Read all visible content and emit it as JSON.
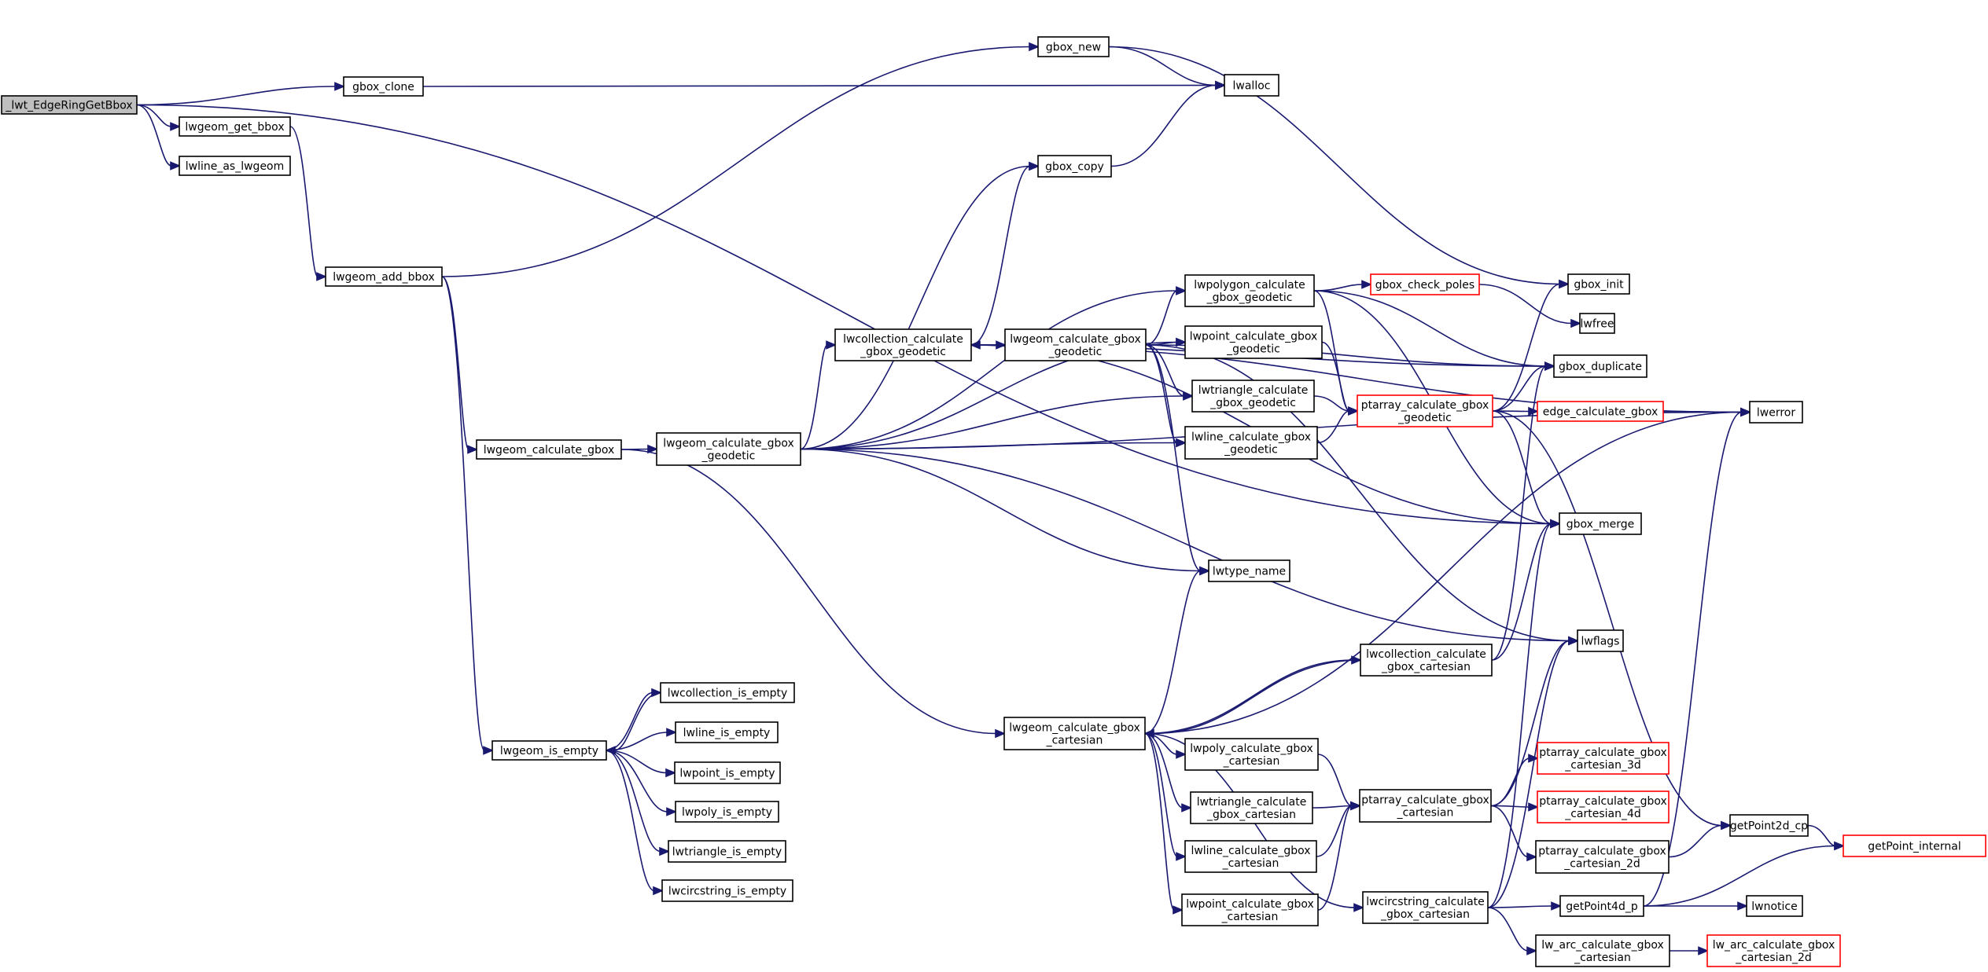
{
  "graph": {
    "edge_color": "#191970",
    "truncated_color": "#ff0000",
    "root_fill": "#bfbfbf",
    "nodes": [
      {
        "id": "n0",
        "lines": [
          "_lwt_EdgeRingGetBbox"
        ],
        "style": "root"
      },
      {
        "id": "n1",
        "lines": [
          "gbox_clone"
        ]
      },
      {
        "id": "n2",
        "lines": [
          "lwgeom_get_bbox"
        ]
      },
      {
        "id": "n3",
        "lines": [
          "lwline_as_lwgeom"
        ]
      },
      {
        "id": "n4",
        "lines": [
          "lwalloc"
        ]
      },
      {
        "id": "n5",
        "lines": [
          "lwgeom_add_bbox"
        ]
      },
      {
        "id": "n6",
        "lines": [
          "gbox_new"
        ]
      },
      {
        "id": "n7",
        "lines": [
          "lwgeom_calculate_gbox"
        ]
      },
      {
        "id": "n8",
        "lines": [
          "lwgeom_is_empty"
        ]
      },
      {
        "id": "n9",
        "lines": [
          "lwgeom_calculate_gbox",
          "_geodetic"
        ]
      },
      {
        "id": "n10",
        "lines": [
          "lwgeom_calculate_gbox",
          "_cartesian"
        ]
      },
      {
        "id": "n11",
        "lines": [
          "lwcollection_calculate",
          "_gbox_geodetic"
        ]
      },
      {
        "id": "n12",
        "lines": [
          "lwgeom_calculate_gbox",
          "_geodetic"
        ]
      },
      {
        "id": "n13",
        "lines": [
          "lwpolygon_calculate",
          "_gbox_geodetic"
        ]
      },
      {
        "id": "n14",
        "lines": [
          "lwpoint_calculate_gbox",
          "_geodetic"
        ]
      },
      {
        "id": "n15",
        "lines": [
          "lwtriangle_calculate",
          "_gbox_geodetic"
        ]
      },
      {
        "id": "n16",
        "lines": [
          "lwline_calculate_gbox",
          "_geodetic"
        ]
      },
      {
        "id": "n17",
        "lines": [
          "gbox_copy"
        ]
      },
      {
        "id": "n18",
        "lines": [
          "lwtype_name"
        ]
      },
      {
        "id": "n19",
        "lines": [
          "gbox_check_poles"
        ],
        "style": "trunc"
      },
      {
        "id": "n20",
        "lines": [
          "ptarray_calculate_gbox",
          "_geodetic"
        ],
        "style": "trunc"
      },
      {
        "id": "n21",
        "lines": [
          "gbox_init"
        ]
      },
      {
        "id": "n22",
        "lines": [
          "lwfree"
        ]
      },
      {
        "id": "n23",
        "lines": [
          "gbox_duplicate"
        ]
      },
      {
        "id": "n24",
        "lines": [
          "edge_calculate_gbox"
        ],
        "style": "trunc"
      },
      {
        "id": "n25",
        "lines": [
          "lwerror"
        ]
      },
      {
        "id": "n26",
        "lines": [
          "gbox_merge"
        ]
      },
      {
        "id": "n27",
        "lines": [
          "lwflags"
        ]
      },
      {
        "id": "n28",
        "lines": [
          "lwcollection_calculate",
          "_gbox_cartesian"
        ]
      },
      {
        "id": "n29",
        "lines": [
          "lwpoly_calculate_gbox",
          "_cartesian"
        ]
      },
      {
        "id": "n30",
        "lines": [
          "lwtriangle_calculate",
          "_gbox_cartesian"
        ]
      },
      {
        "id": "n31",
        "lines": [
          "lwline_calculate_gbox",
          "_cartesian"
        ]
      },
      {
        "id": "n32",
        "lines": [
          "lwpoint_calculate_gbox",
          "_cartesian"
        ]
      },
      {
        "id": "n33",
        "lines": [
          "ptarray_calculate_gbox",
          "_cartesian"
        ]
      },
      {
        "id": "n34",
        "lines": [
          "lwcircstring_calculate",
          "_gbox_cartesian"
        ]
      },
      {
        "id": "n35",
        "lines": [
          "ptarray_calculate_gbox",
          "_cartesian_3d"
        ],
        "style": "trunc"
      },
      {
        "id": "n36",
        "lines": [
          "ptarray_calculate_gbox",
          "_cartesian_4d"
        ],
        "style": "trunc"
      },
      {
        "id": "n37",
        "lines": [
          "ptarray_calculate_gbox",
          "_cartesian_2d"
        ]
      },
      {
        "id": "n38",
        "lines": [
          "getPoint2d_cp"
        ]
      },
      {
        "id": "n39",
        "lines": [
          "getPoint_internal"
        ],
        "style": "trunc"
      },
      {
        "id": "n40",
        "lines": [
          "getPoint4d_p"
        ]
      },
      {
        "id": "n41",
        "lines": [
          "lwnotice"
        ]
      },
      {
        "id": "n42",
        "lines": [
          "lw_arc_calculate_gbox",
          "_cartesian"
        ]
      },
      {
        "id": "n43",
        "lines": [
          "lw_arc_calculate_gbox",
          "_cartesian_2d"
        ],
        "style": "trunc"
      },
      {
        "id": "n44",
        "lines": [
          "lwcollection_is_empty"
        ]
      },
      {
        "id": "n45",
        "lines": [
          "lwline_is_empty"
        ]
      },
      {
        "id": "n46",
        "lines": [
          "lwpoint_is_empty"
        ]
      },
      {
        "id": "n47",
        "lines": [
          "lwpoly_is_empty"
        ]
      },
      {
        "id": "n48",
        "lines": [
          "lwtriangle_is_empty"
        ]
      },
      {
        "id": "n49",
        "lines": [
          "lwcircstring_is_empty"
        ]
      }
    ],
    "edges": [
      [
        "n0",
        "n1"
      ],
      [
        "n0",
        "n2"
      ],
      [
        "n0",
        "n3"
      ],
      [
        "n0",
        "n26"
      ],
      [
        "n1",
        "n4"
      ],
      [
        "n2",
        "n5"
      ],
      [
        "n5",
        "n6"
      ],
      [
        "n5",
        "n7"
      ],
      [
        "n5",
        "n8"
      ],
      [
        "n6",
        "n4"
      ],
      [
        "n6",
        "n21"
      ],
      [
        "n7",
        "n9"
      ],
      [
        "n7",
        "n10"
      ],
      [
        "n9",
        "n17"
      ],
      [
        "n9",
        "n11"
      ],
      [
        "n9",
        "n13"
      ],
      [
        "n9",
        "n14"
      ],
      [
        "n9",
        "n15"
      ],
      [
        "n9",
        "n16"
      ],
      [
        "n9",
        "n18"
      ],
      [
        "n9",
        "n27"
      ],
      [
        "n9",
        "n25"
      ],
      [
        "n11",
        "n12"
      ],
      [
        "n11",
        "n17"
      ],
      [
        "n11",
        "n23"
      ],
      [
        "n11",
        "n26"
      ],
      [
        "n11",
        "n25"
      ],
      [
        "n12",
        "n11"
      ],
      [
        "n12",
        "n13"
      ],
      [
        "n12",
        "n14"
      ],
      [
        "n12",
        "n15"
      ],
      [
        "n12",
        "n16"
      ],
      [
        "n12",
        "n18"
      ],
      [
        "n12",
        "n27"
      ],
      [
        "n12",
        "n23"
      ],
      [
        "n17",
        "n4"
      ],
      [
        "n13",
        "n19"
      ],
      [
        "n13",
        "n20"
      ],
      [
        "n13",
        "n23"
      ],
      [
        "n13",
        "n26"
      ],
      [
        "n14",
        "n20"
      ],
      [
        "n15",
        "n20"
      ],
      [
        "n16",
        "n20"
      ],
      [
        "n19",
        "n22"
      ],
      [
        "n20",
        "n21"
      ],
      [
        "n20",
        "n23"
      ],
      [
        "n20",
        "n24"
      ],
      [
        "n20",
        "n26"
      ],
      [
        "n20",
        "n38"
      ],
      [
        "n24",
        "n25"
      ],
      [
        "n10",
        "n18"
      ],
      [
        "n10",
        "n28"
      ],
      [
        "n10",
        "n29"
      ],
      [
        "n10",
        "n30"
      ],
      [
        "n10",
        "n31"
      ],
      [
        "n10",
        "n32"
      ],
      [
        "n10",
        "n34"
      ],
      [
        "n10",
        "n25"
      ],
      [
        "n28",
        "n10"
      ],
      [
        "n28",
        "n23"
      ],
      [
        "n28",
        "n26"
      ],
      [
        "n29",
        "n33"
      ],
      [
        "n30",
        "n33"
      ],
      [
        "n31",
        "n33"
      ],
      [
        "n32",
        "n33"
      ],
      [
        "n33",
        "n27"
      ],
      [
        "n33",
        "n35"
      ],
      [
        "n33",
        "n36"
      ],
      [
        "n33",
        "n37"
      ],
      [
        "n34",
        "n26"
      ],
      [
        "n34",
        "n27"
      ],
      [
        "n34",
        "n40"
      ],
      [
        "n34",
        "n42"
      ],
      [
        "n37",
        "n38"
      ],
      [
        "n38",
        "n39"
      ],
      [
        "n40",
        "n41"
      ],
      [
        "n40",
        "n39"
      ],
      [
        "n40",
        "n25"
      ],
      [
        "n42",
        "n43"
      ],
      [
        "n8",
        "n44"
      ],
      [
        "n8",
        "n45"
      ],
      [
        "n8",
        "n46"
      ],
      [
        "n8",
        "n47"
      ],
      [
        "n8",
        "n48"
      ],
      [
        "n8",
        "n49"
      ],
      [
        "n44",
        "n8"
      ]
    ]
  }
}
